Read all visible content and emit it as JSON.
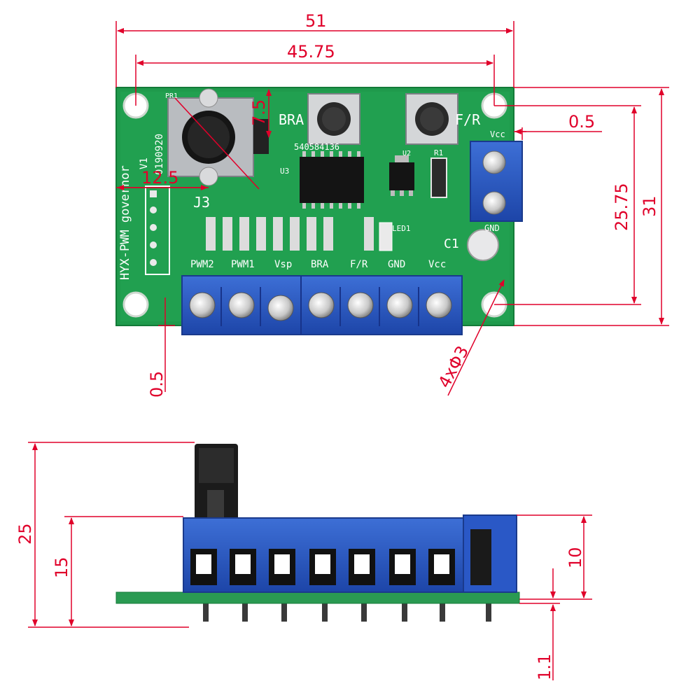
{
  "top_view": {
    "dimensions": {
      "overall_width": "51",
      "hole_spacing_x": "45.75",
      "hole_offset_right": "0.5",
      "hole_spacing_y": "25.75",
      "overall_height": "31",
      "pot_offset": "12.5",
      "pot_offset_vertical": "7.5",
      "hole_offset_bottom": "0.5",
      "holes": "4xΦ3"
    },
    "board": {
      "title": "HYX-PWM governor",
      "version": "V1",
      "date_code": "0190920",
      "pot_ref": "PR1",
      "button_left": "BRA",
      "button_right": "F/R",
      "chip_code": "540584136",
      "chip_ref": "U3",
      "regulator_ref": "U2",
      "resistor_ref": "R1",
      "cap_ref": "C1",
      "led_ref": "LED1",
      "header_ref": "J3",
      "side_connector_labels": [
        "Vcc",
        "GND"
      ],
      "terminal_labels": [
        "PWM2",
        "PWM1",
        "Vsp",
        "BRA",
        "F/R",
        "GND",
        "Vcc"
      ]
    }
  },
  "side_view": {
    "dimensions": {
      "total_height": "25",
      "terminal_height": "15",
      "block_height": "10",
      "pcb_thickness": "1.1"
    }
  }
}
